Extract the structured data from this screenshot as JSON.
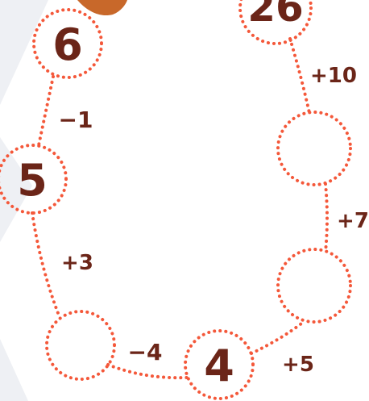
{
  "colors": {
    "dots": "#f4583a",
    "text": "#6b2518",
    "background": "#f4f4f6",
    "panel": "#ffffff",
    "blob": "#c8682a"
  },
  "circles": {
    "top_left": "6",
    "top_right": "26",
    "left_middle": "5",
    "right_upper": "",
    "right_lower": "",
    "bottom_left": "",
    "bottom_middle": "4"
  },
  "operations": {
    "minus_one": "−1",
    "plus_three": "+3",
    "minus_four": "−4",
    "plus_five": "+5",
    "plus_seven": "+7",
    "plus_ten": "+10"
  }
}
